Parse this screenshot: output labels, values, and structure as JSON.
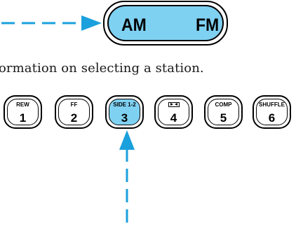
{
  "colors": {
    "accent": "#7fd1f2",
    "arrow": "#1aa0dc"
  },
  "band_button": {
    "left_label": "AM",
    "right_label": "FM"
  },
  "instruction_text": "ormation on selecting a station.",
  "presets": [
    {
      "label": "REW",
      "number": "1",
      "active": false
    },
    {
      "label": "FF",
      "number": "2",
      "active": false
    },
    {
      "label": "SIDE 1-2",
      "number": "3",
      "active": true
    },
    {
      "label": "",
      "icon": "repeat-icon",
      "number": "4",
      "active": false
    },
    {
      "label": "COMP",
      "number": "5",
      "active": false
    },
    {
      "label": "SHUFFLE",
      "number": "6",
      "active": false
    }
  ],
  "arrows": [
    {
      "name": "arrow-to-amfm",
      "direction": "right",
      "style": "dashed"
    },
    {
      "name": "arrow-to-preset-3",
      "direction": "up",
      "style": "dashed"
    }
  ]
}
